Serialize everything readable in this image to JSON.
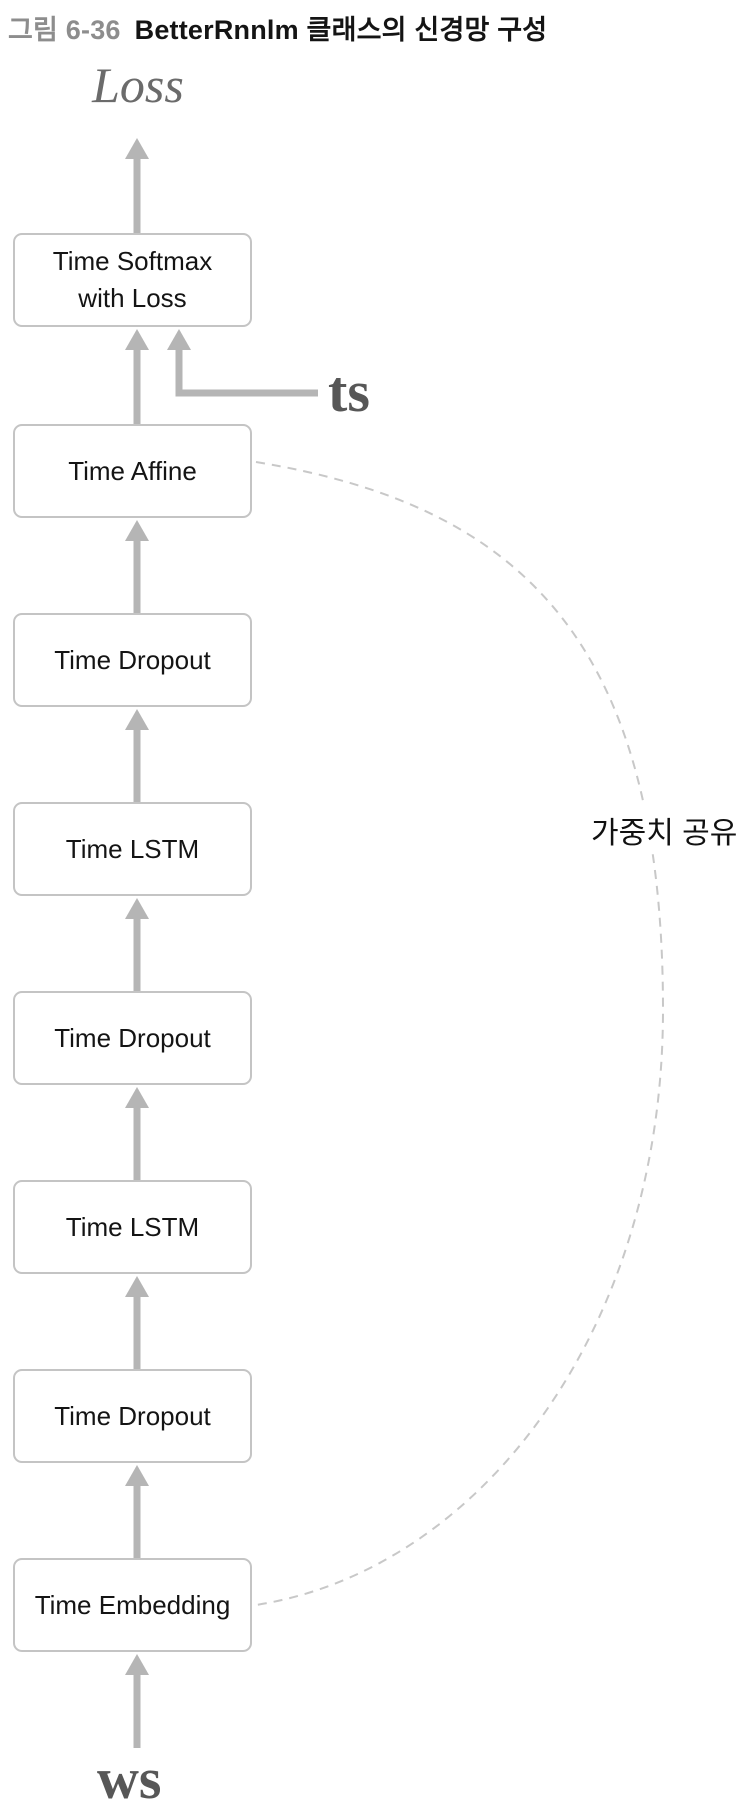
{
  "figure": {
    "caption_prefix": "그림 6-36",
    "caption_title": "BetterRnnlm 클래스의 신경망 구성"
  },
  "diagram": {
    "output_label": "Loss",
    "target_label": "ts",
    "input_label": "ws",
    "annotation_label": "가중치 공유",
    "nodes": [
      {
        "label": "Time Softmax\nwith Loss"
      },
      {
        "label": "Time Affine"
      },
      {
        "label": "Time Dropout"
      },
      {
        "label": "Time LSTM"
      },
      {
        "label": "Time Dropout"
      },
      {
        "label": "Time LSTM"
      },
      {
        "label": "Time Dropout"
      },
      {
        "label": "Time Embedding"
      }
    ],
    "colors": {
      "arrow": "#b5b5b5",
      "box_border": "#c4c4c4",
      "dashed_curve": "#c8c8c8",
      "caption_prefix": "#8d8d8d",
      "loss_text": "#6b6b6b",
      "io_text": "#575757",
      "node_text": "#141414"
    }
  }
}
